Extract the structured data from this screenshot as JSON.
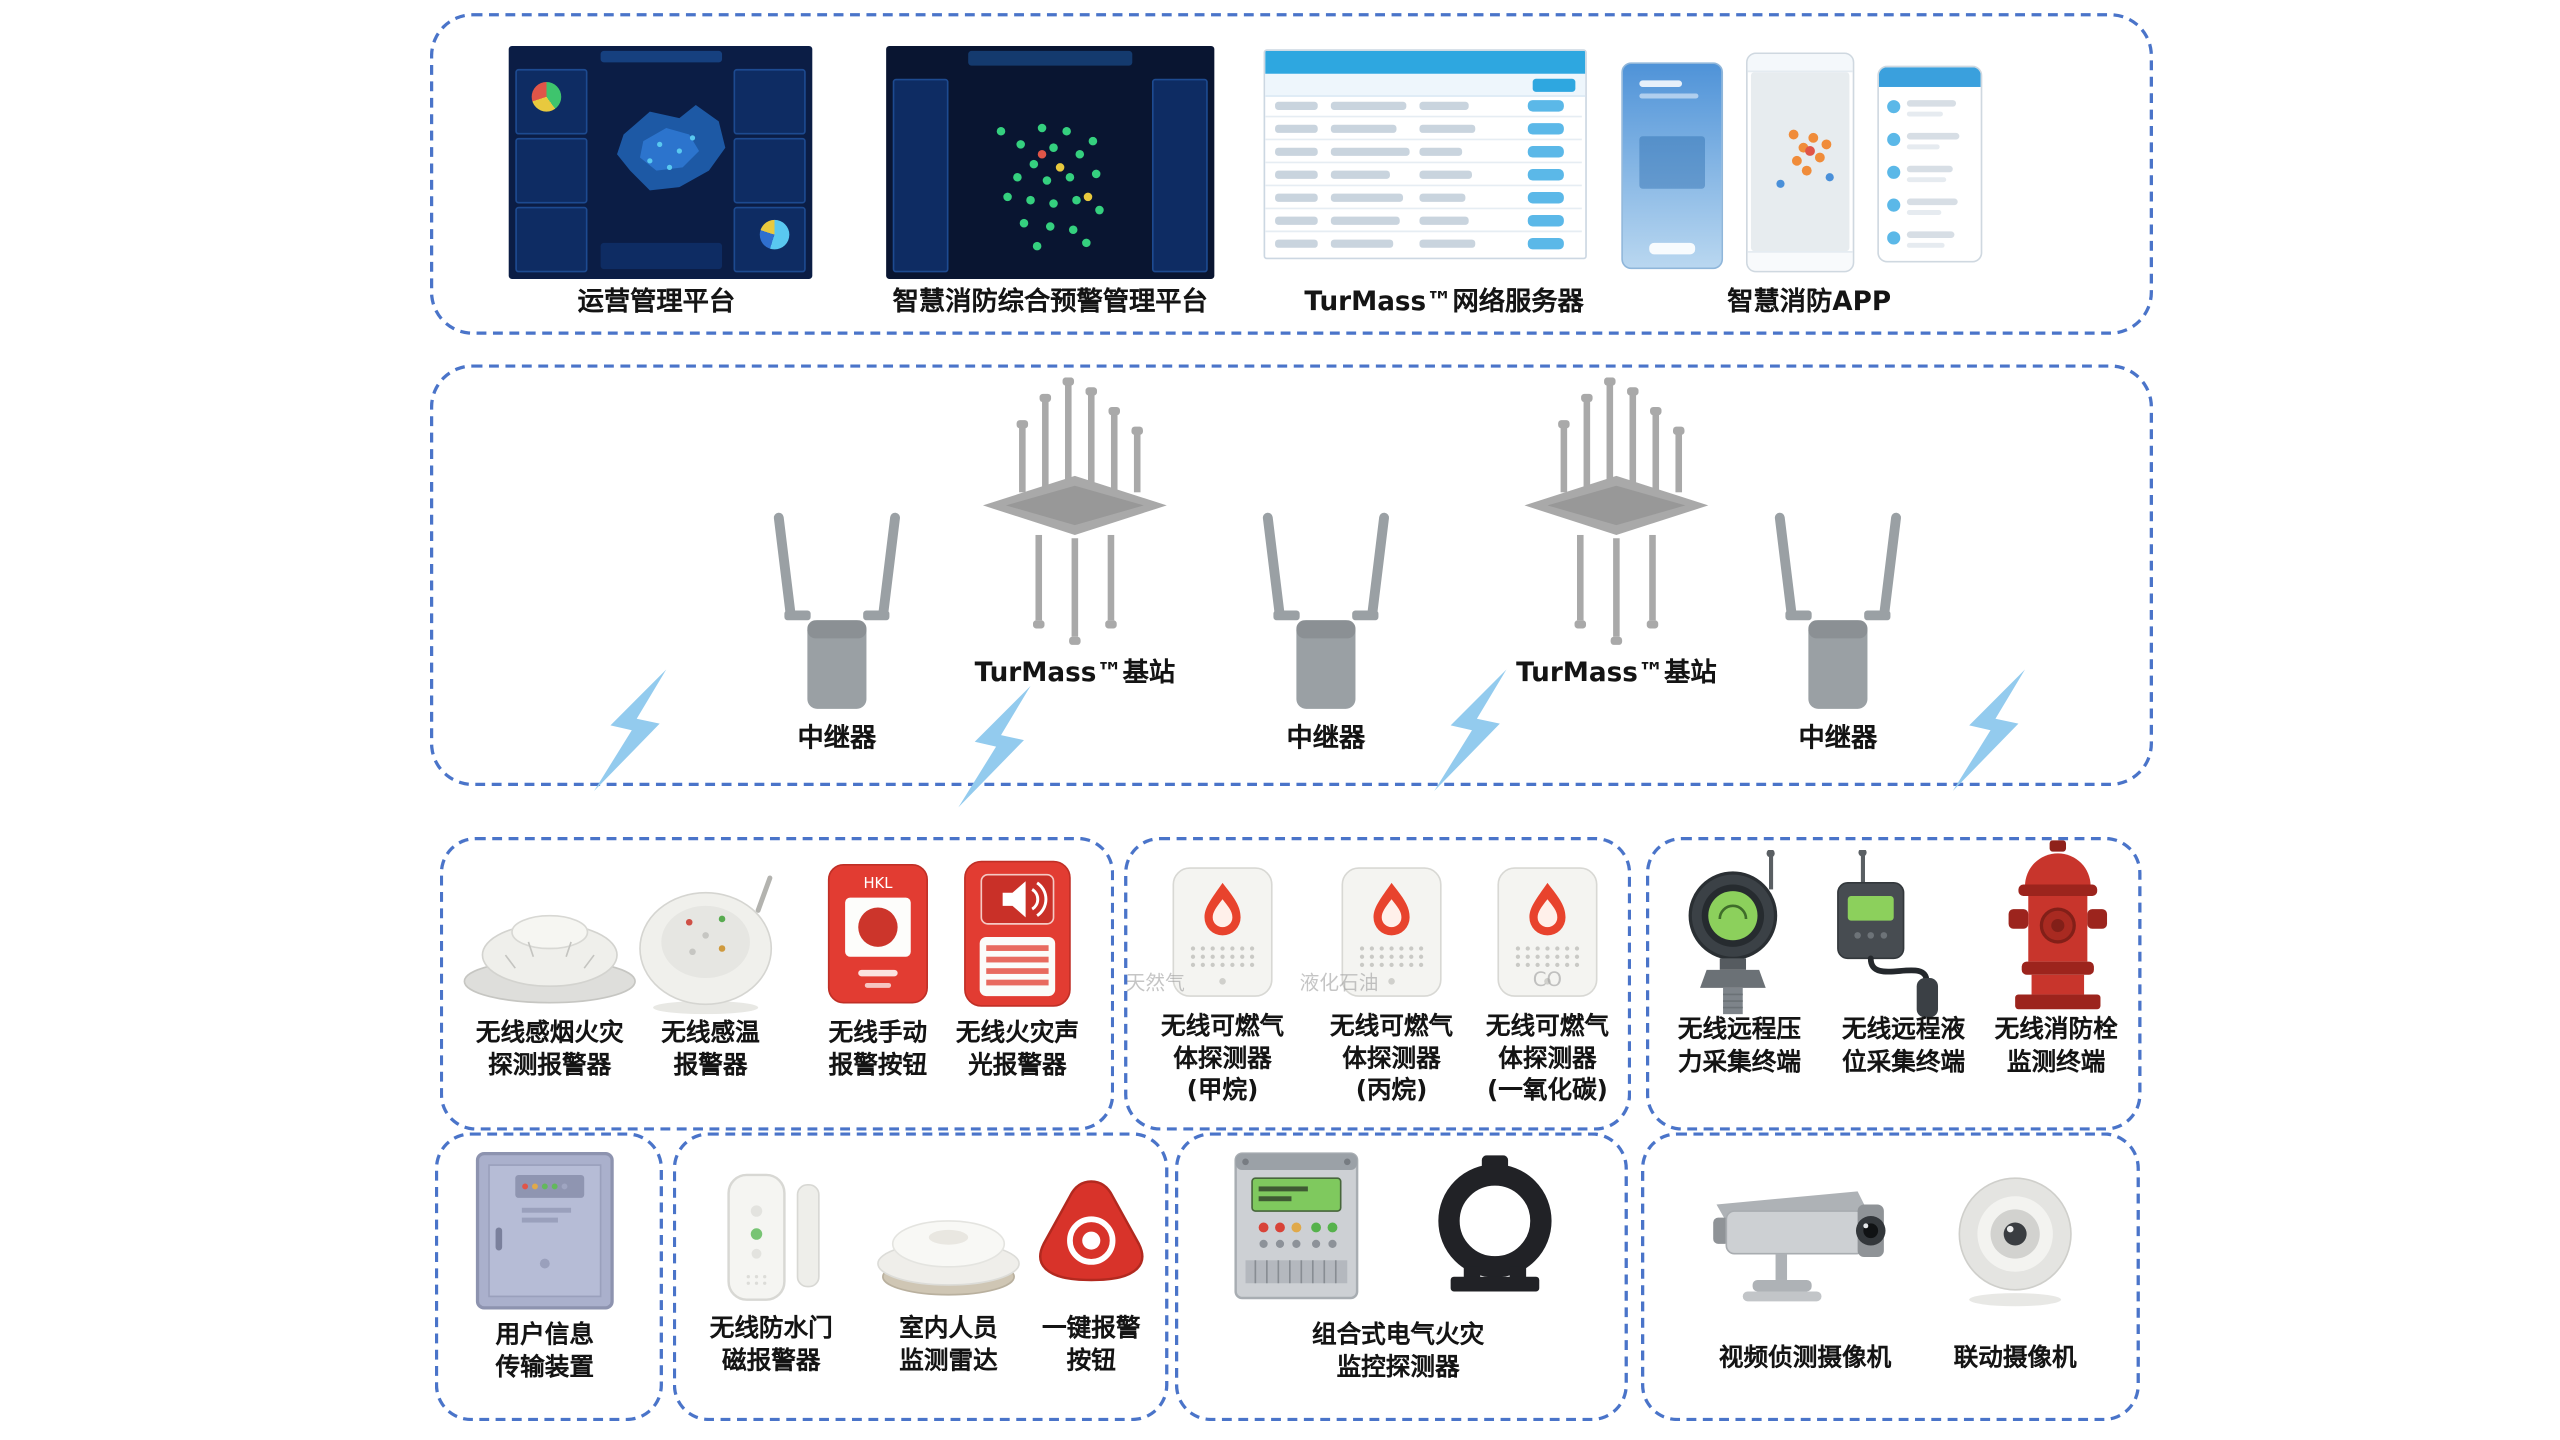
{
  "platform_section": {
    "operations_label": "运营管理平台",
    "warning_label": "智慧消防综合预警管理平台",
    "server_label": "TurMass™网络服务器",
    "app_label": "智慧消防APP"
  },
  "network_section": {
    "repeater_label": "中继器",
    "base_station_label": "TurMass™基站"
  },
  "fire_alarm_group": {
    "smoke_label": "无线感烟火灾\n探测报警器",
    "temperature_label": "无线感温\n报警器",
    "manual_button_label": "无线手动\n报警按钮",
    "manual_button_device_text": "HKL",
    "sound_light_label": "无线火灾声\n光报警器"
  },
  "gas_detector_group": {
    "methane_label": "无线可燃气\n体探测器\n(甲烷)",
    "propane_label": "无线可燃气\n体探测器\n(丙烷)",
    "co_label": "无线可燃气\n体探测器\n(一氧化碳)",
    "methane_watermark": "天然气",
    "propane_watermark": "液化石油",
    "co_watermark": "CO"
  },
  "collection_group": {
    "pressure_label": "无线远程压\n力采集终端",
    "level_label": "无线远程液\n位采集终端",
    "hydrant_label": "无线消防栓\n监测终端"
  },
  "transmission_group": {
    "device_label": "用户信息\n传输装置"
  },
  "indoor_group": {
    "door_label": "无线防水门\n磁报警器",
    "radar_label": "室内人员\n监测雷达",
    "one_key_label": "一键报警\n按钮"
  },
  "electrical_group": {
    "device_label": "组合式电气火灾\n监控探测器"
  },
  "camera_group": {
    "video_label": "视频侦测摄像机",
    "linkage_label": "联动摄像机"
  },
  "colors": {
    "dashed_border": "#4a74c9",
    "lightning": "#93cbee",
    "device_gray": "#9aa0a4",
    "alarm_red": "#e23c32",
    "hydrant_red": "#c8352c"
  }
}
